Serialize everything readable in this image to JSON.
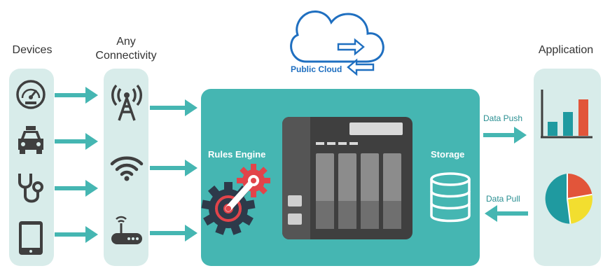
{
  "headings": {
    "devices": "Devices",
    "connectivity_line1": "Any",
    "connectivity_line2": "Connectivity",
    "application": "Application"
  },
  "cloud": {
    "label": "Public Cloud"
  },
  "hub": {
    "rules_engine": "Rules Engine",
    "storage": "Storage"
  },
  "flows": {
    "push": "Data Push",
    "pull": "Data Pull"
  },
  "devices": [
    "speedometer-icon",
    "car-icon",
    "stethoscope-icon",
    "tablet-icon"
  ],
  "connectivity": [
    "cell-tower-icon",
    "wifi-icon",
    "router-icon"
  ],
  "colors": {
    "panel": "#d8ecea",
    "accent": "#45b6b2",
    "dark_gray": "#3f3f3f",
    "cloud_blue": "#1f6fc0",
    "bar_teal": "#1f9aa0",
    "bar_orange": "#e2553a",
    "pie_yellow": "#f2de2f"
  }
}
